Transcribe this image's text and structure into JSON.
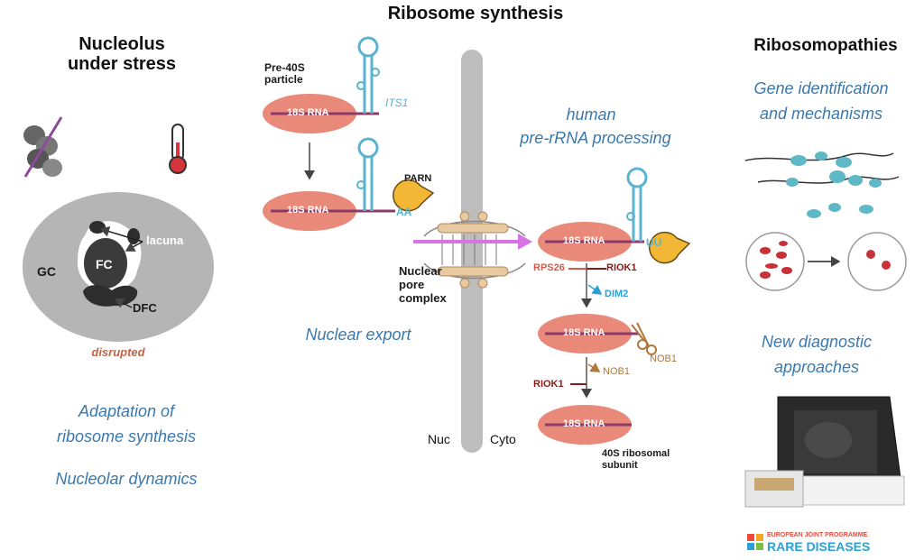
{
  "title": "Ribosome synthesis",
  "left": {
    "heading_line1": "Nucleolus",
    "heading_line2": "under stress",
    "lacuna": "lacuna",
    "gc": "GC",
    "fc": "FC",
    "dfc": "DFC",
    "disrupted": "disrupted",
    "adaptation_line1": "Adaptation of",
    "adaptation_line2": "ribosome synthesis",
    "dynamics": "Nucleolar dynamics"
  },
  "center": {
    "pre40s_line1": "Pre-40S",
    "pre40s_line2": "particle",
    "rna_label": "18S RNA",
    "its1": "ITS1",
    "parn": "PARN",
    "aa": "AA",
    "npc_line1": "Nuclear",
    "npc_line2": "pore",
    "npc_line3": "complex",
    "export": "Nuclear export",
    "nuc": "Nuc",
    "cyto": "Cyto",
    "human": "human",
    "processing": "pre-rRNA processing",
    "uu": "UU",
    "rps26": "RPS26",
    "riok1": "RIOK1",
    "dim2": "DIM2",
    "nob1": "NOB1",
    "subunit_line1": "40S ribosomal",
    "subunit_line2": "subunit"
  },
  "right": {
    "heading": "Ribosomopathies",
    "gene_line1": "Gene identification",
    "gene_line2": "and mechanisms",
    "diag_line1": "New diagnostic",
    "diag_line2": "approaches",
    "logo_line1": "EUROPEAN JOINT PROGRAMME",
    "logo_line2": "RARE DISEASES"
  },
  "colors": {
    "blue_text": "#3a78ad",
    "rna_body": "#e9897a",
    "rna_line": "#8a3b6a",
    "stem_loop": "#5ab3cf",
    "parn": "#f2b735",
    "riok1": "#8b1a1a",
    "rps26": "#d45a4a",
    "dim2": "#2aa0d6",
    "nob1": "#b0773c",
    "export_arrow": "#d873e6",
    "membrane": "#bdbdbd"
  }
}
